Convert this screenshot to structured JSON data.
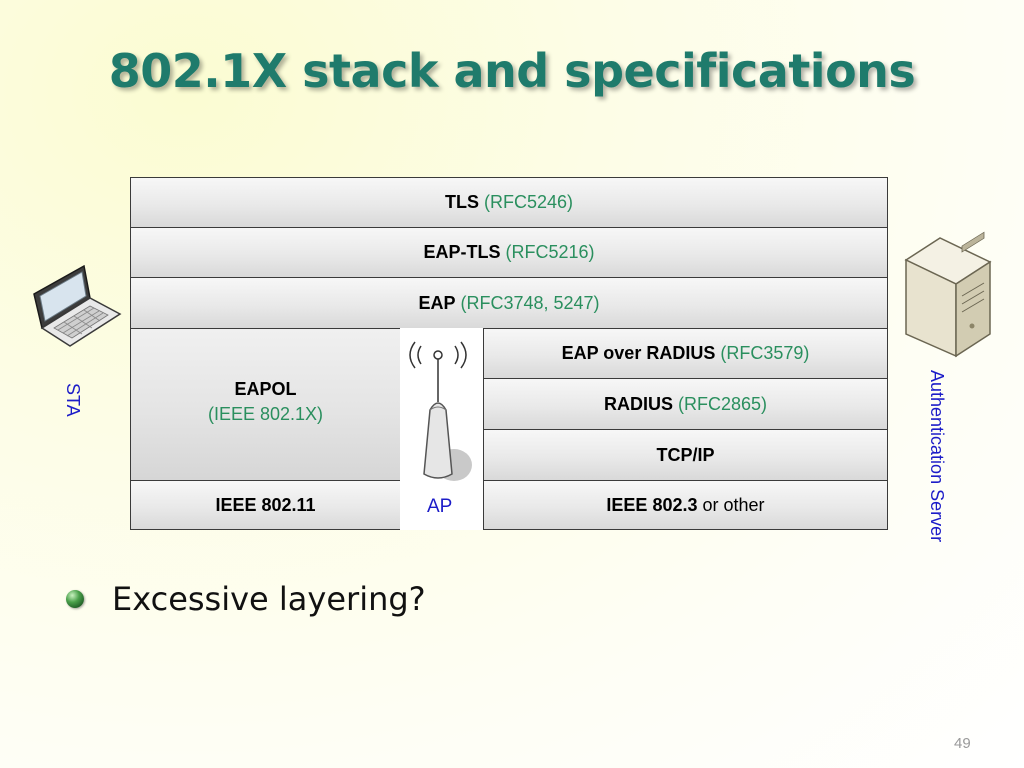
{
  "slide": {
    "title": "802.1X stack and specifications",
    "bullet": "Excessive layering?",
    "page_number": "49"
  },
  "stack": {
    "tls": {
      "name": "TLS",
      "rfc": "(RFC5246)"
    },
    "eap_tls": {
      "name": "EAP-TLS",
      "rfc": "(RFC5216)"
    },
    "eap": {
      "name": "EAP",
      "rfc": "(RFC3748, 5247)"
    },
    "eapol": {
      "name": "EAPOL",
      "sub": "(IEEE 802.1X)"
    },
    "ieee80211": {
      "name": "IEEE 802.11"
    },
    "eap_over_radius": {
      "name": "EAP over RADIUS",
      "rfc": "(RFC3579)"
    },
    "radius": {
      "name": "RADIUS",
      "rfc": "(RFC2865)"
    },
    "tcpip": {
      "name": "TCP/IP"
    },
    "ieee8023": {
      "name": "IEEE 802.3",
      "suffix": "or other"
    }
  },
  "labels": {
    "sta": "STA",
    "ap": "AP",
    "auth_line1": "Authentication",
    "auth_line2": "Server"
  },
  "icons": {
    "station": "laptop-icon",
    "access_point": "access-point-antenna-icon",
    "server": "server-tower-icon",
    "bullet": "green-sphere-bullet-icon"
  },
  "colors": {
    "title": "#1f7b6c",
    "rfc_text": "#2a8f5e",
    "node_label": "#1c1cc8"
  }
}
